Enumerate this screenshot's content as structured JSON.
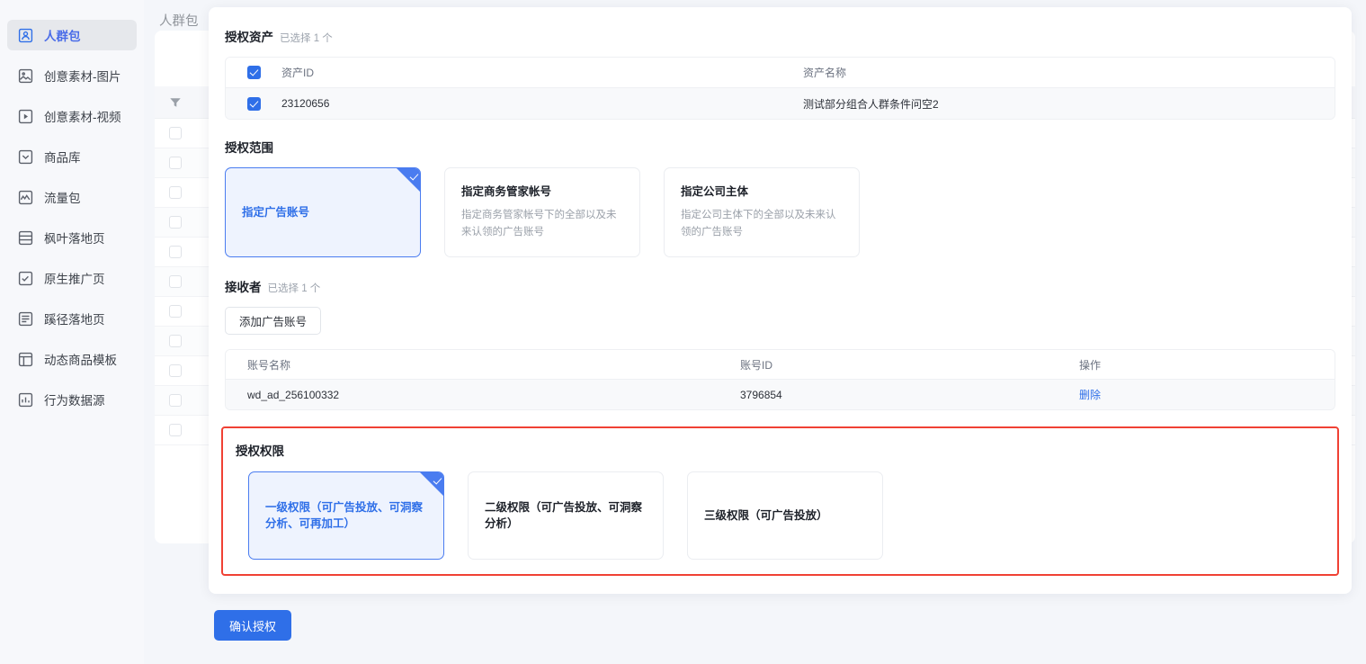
{
  "sidebar": {
    "items": [
      {
        "label": "人群包",
        "icon": "audience-icon",
        "active": true
      },
      {
        "label": "创意素材-图片",
        "icon": "image-icon",
        "active": false
      },
      {
        "label": "创意素材-视频",
        "icon": "video-icon",
        "active": false
      },
      {
        "label": "商品库",
        "icon": "product-library-icon",
        "active": false
      },
      {
        "label": "流量包",
        "icon": "traffic-icon",
        "active": false
      },
      {
        "label": "枫叶落地页",
        "icon": "landing-page-icon",
        "active": false
      },
      {
        "label": "原生推广页",
        "icon": "native-promo-icon",
        "active": false
      },
      {
        "label": "蹊径落地页",
        "icon": "path-landing-icon",
        "active": false
      },
      {
        "label": "动态商品模板",
        "icon": "dynamic-template-icon",
        "active": false
      },
      {
        "label": "行为数据源",
        "icon": "behavior-data-icon",
        "active": false
      }
    ]
  },
  "background": {
    "title": "人群包",
    "filter_icon": "filter-icon",
    "row_count": 11
  },
  "modal": {
    "asset_section": {
      "title": "授权资产",
      "subtitle": "已选择 1 个",
      "columns": [
        "资产ID",
        "资产名称"
      ],
      "rows": [
        {
          "checked": true,
          "id": "23120656",
          "name": "测试部分组合人群条件问空2"
        }
      ]
    },
    "scope_section": {
      "title": "授权范围",
      "options": [
        {
          "label": "指定广告账号",
          "desc": "",
          "selected": true
        },
        {
          "label": "指定商务管家帐号",
          "desc": "指定商务管家帐号下的全部以及未来认领的广告账号",
          "selected": false
        },
        {
          "label": "指定公司主体",
          "desc": "指定公司主体下的全部以及未来认领的广告账号",
          "selected": false
        }
      ]
    },
    "receiver_section": {
      "title": "接收者",
      "subtitle": "已选择 1 个",
      "add_button": "添加广告账号",
      "columns": [
        "账号名称",
        "账号ID",
        "操作"
      ],
      "rows": [
        {
          "name": "wd_ad_256100332",
          "id": "3796854",
          "action": "删除"
        }
      ]
    },
    "permission_section": {
      "title": "授权权限",
      "highlight_color": "#f04134",
      "options": [
        {
          "label": "一级权限（可广告投放、可洞察分析、可再加工）",
          "selected": true
        },
        {
          "label": "二级权限（可广告投放、可洞察分析）",
          "selected": false
        },
        {
          "label": "三级权限（可广告投放）",
          "selected": false
        }
      ]
    },
    "confirm_button": "确认授权"
  },
  "colors": {
    "accent": "#2f6fe8",
    "selected_card_bg": "#eef3fe",
    "highlight_red": "#f04134"
  }
}
